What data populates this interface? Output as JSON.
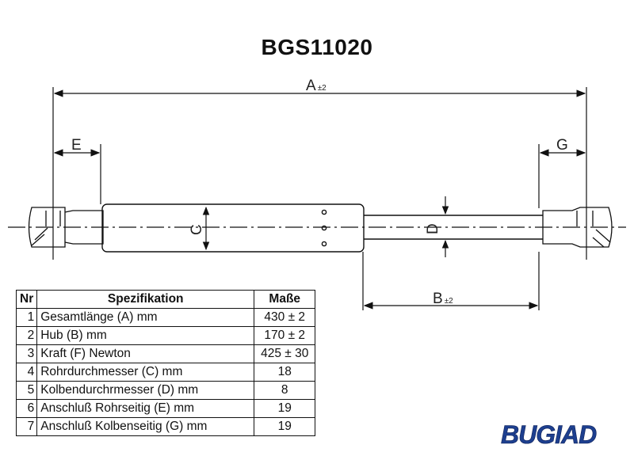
{
  "title": "BGS11020",
  "dimensions": {
    "a": "A",
    "a_tol": "±2",
    "b": "B",
    "b_tol": "±2",
    "c": "C",
    "d": "D",
    "e": "E",
    "g": "G"
  },
  "table": {
    "headers": [
      "Nr",
      "Spezifikation",
      "Maße"
    ],
    "rows": [
      {
        "nr": "1",
        "name": "Gesamtlänge (A) mm",
        "value": "430 ± 2"
      },
      {
        "nr": "2",
        "name": "Hub (B)  mm",
        "value": "170 ± 2"
      },
      {
        "nr": "3",
        "name": "Kraft (F) Newton",
        "value": "425 ± 30"
      },
      {
        "nr": "4",
        "name": "Rohrdurchmesser (C) mm",
        "value": "18"
      },
      {
        "nr": "5",
        "name": "Kolbendurchrmesser (D) mm",
        "value": "8"
      },
      {
        "nr": "6",
        "name": "Anschluß Rohrseitig (E) mm",
        "value": "19"
      },
      {
        "nr": "7",
        "name": "Anschluß Kolbenseitig (G) mm",
        "value": "19"
      }
    ]
  },
  "logo": {
    "text": "BUGIAD",
    "color": "#1d3f8f"
  }
}
